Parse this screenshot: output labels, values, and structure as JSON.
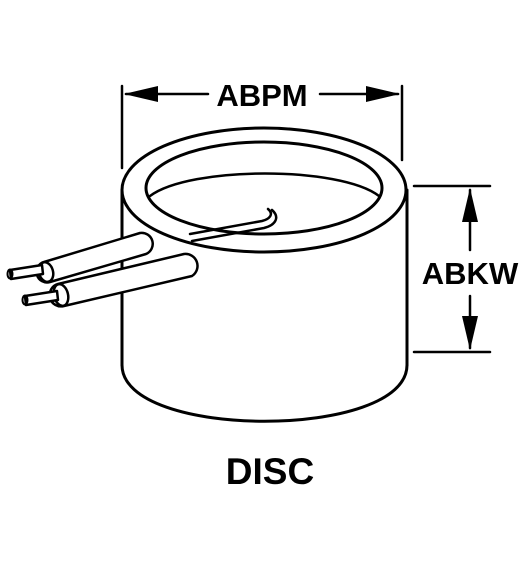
{
  "diagram": {
    "width_label": "ABPM",
    "height_label": "ABKW",
    "caption": "DISC",
    "colors": {
      "ink": "#000000",
      "background": "#ffffff"
    }
  }
}
